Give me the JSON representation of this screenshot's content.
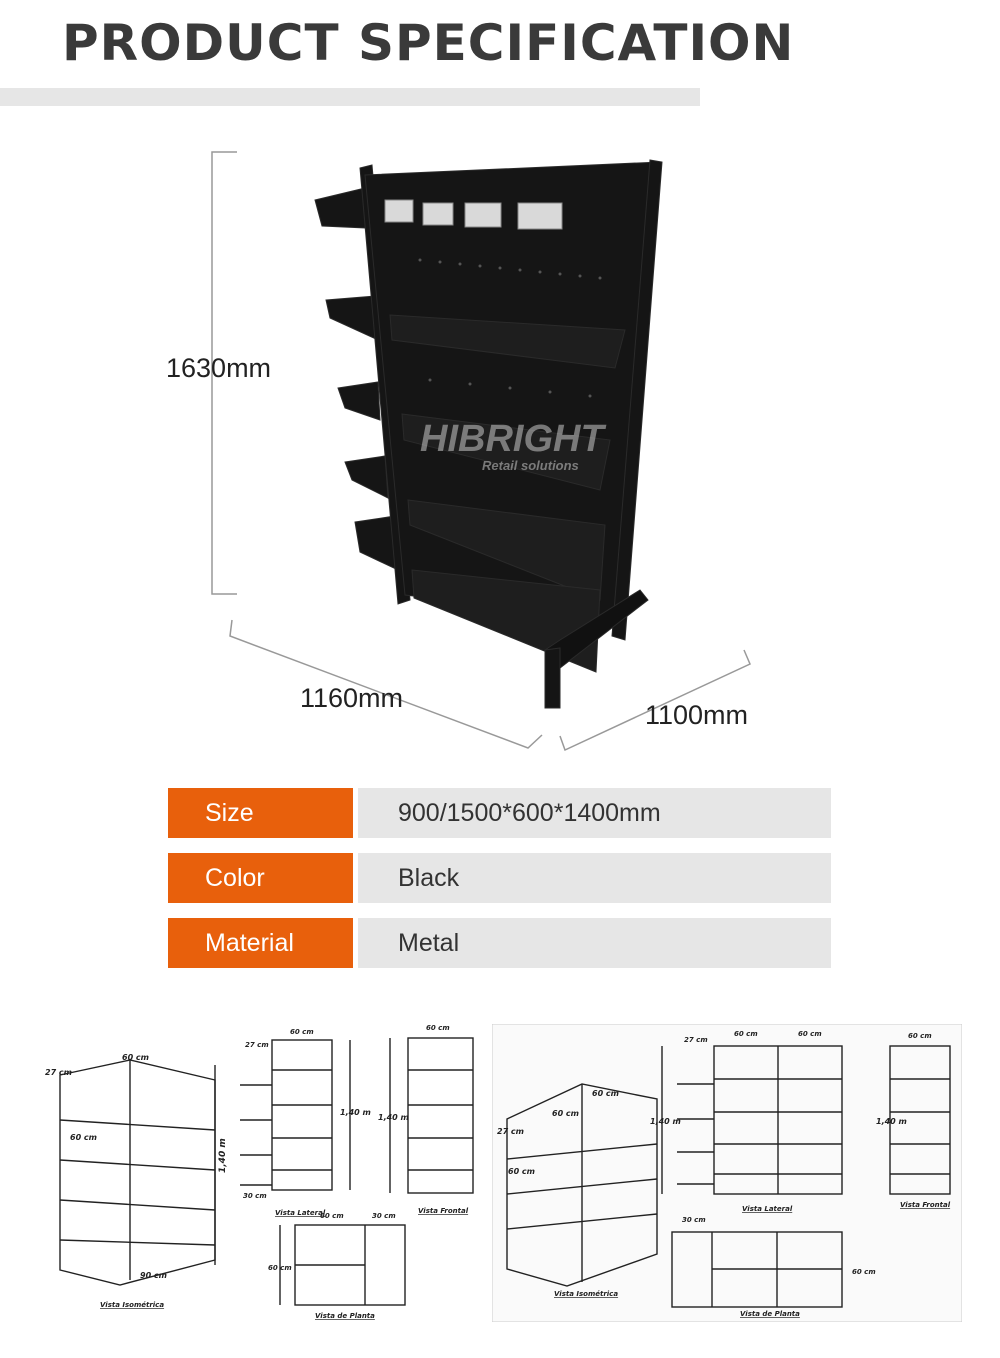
{
  "header": {
    "title": "PRODUCT SPECIFICATION"
  },
  "dimensions": {
    "height": "1630mm",
    "width": "1160mm",
    "depth": "1100mm"
  },
  "watermark": {
    "brand": "HIBRIGHT",
    "tagline": "Retail solutions"
  },
  "specs": [
    {
      "label": "Size",
      "value": "900/1500*600*1400mm"
    },
    {
      "label": "Color",
      "value": "Black"
    },
    {
      "label": "Material",
      "value": "Metal"
    }
  ],
  "drawing_left": {
    "dims": {
      "d27": "27 cm",
      "d60": "60 cm",
      "d140": "1,40 m",
      "d90": "90 cm",
      "d30": "30 cm"
    },
    "views": {
      "isometric": "Vista Isométrica",
      "lateral": "Vista Lateral",
      "frontal": "Vista Frontal",
      "plan": "Vista de Planta"
    }
  },
  "drawing_right": {
    "dims": {
      "d27": "27 cm",
      "d60": "60 cm",
      "d140": "1,40 m",
      "d30": "30 cm"
    },
    "views": {
      "isometric": "Vista Isométrica",
      "lateral": "Vista Lateral",
      "frontal": "Vista Frontal",
      "plan": "Vista de Planta"
    }
  },
  "colors": {
    "accent": "#e8600c",
    "value_bg": "#e6e6e6",
    "title": "#3a3a3a"
  }
}
